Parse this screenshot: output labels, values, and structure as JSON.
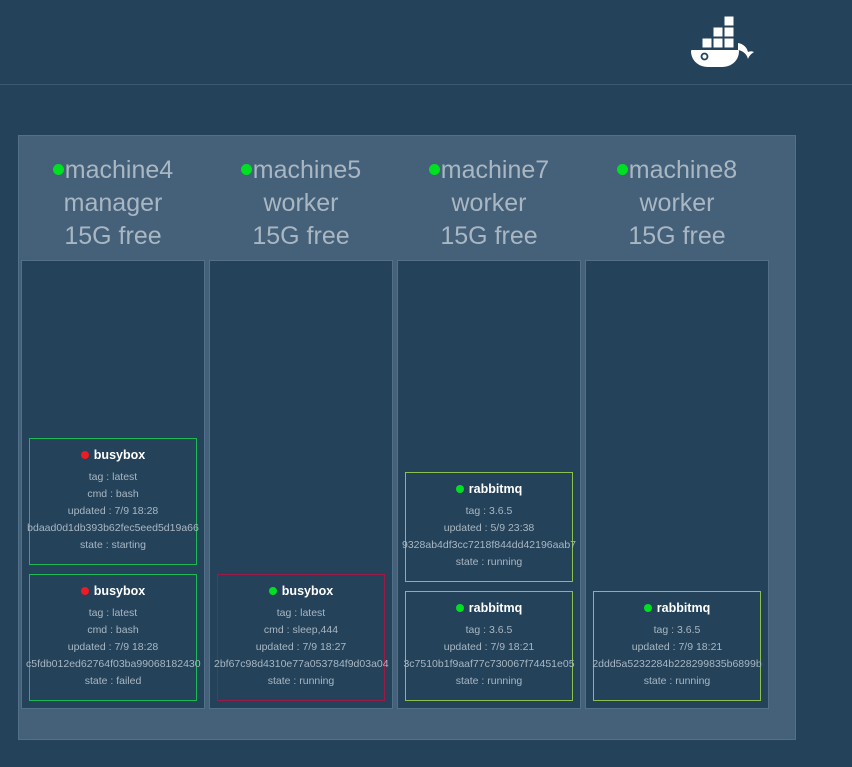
{
  "header": {
    "logo_icon": "docker-whale-logo"
  },
  "colors": {
    "page_background": "#24425a",
    "panel_background": "#456079",
    "node_background": "#24425a",
    "text": "#a9b7c2",
    "status_up": "#00e023",
    "status_down": "#ed1c24",
    "border_running": "#8cc152",
    "border_green": "#1db954",
    "border_crimson": "#9c1b46"
  },
  "nodes": [
    {
      "name": "machine4",
      "status_dot": "green",
      "role": "manager",
      "memory": "15G free",
      "tasks": [
        {
          "image": "busybox",
          "dot": "red",
          "border": "green",
          "lines": [
            "tag : latest",
            "cmd : bash",
            "updated : 7/9 18:28"
          ],
          "id": "bdaad0d1db393b62fec5eed5d19a66",
          "state": "state : starting"
        },
        {
          "image": "busybox",
          "dot": "red",
          "border": "green",
          "lines": [
            "tag : latest",
            "cmd : bash",
            "updated : 7/9 18:28"
          ],
          "id": "c5fdb012ed62764f03ba99068182430",
          "state": "state : failed"
        }
      ]
    },
    {
      "name": "machine5",
      "status_dot": "green",
      "role": "worker",
      "memory": "15G free",
      "tasks": [
        {
          "image": "busybox",
          "dot": "green",
          "border": "crimson",
          "lines": [
            "tag : latest",
            "cmd : sleep,444",
            "updated : 7/9 18:27"
          ],
          "id": "2bf67c98d4310e77a053784f9d03a04",
          "state": "state : running"
        }
      ]
    },
    {
      "name": "machine7",
      "status_dot": "green",
      "role": "worker",
      "memory": "15G free",
      "tasks": [
        {
          "image": "rabbitmq",
          "dot": "green",
          "border": "running",
          "lines": [
            "tag : 3.6.5",
            "updated : 5/9 23:38"
          ],
          "id": "9328ab4df3cc7218f844dd42196aab7",
          "state": "state : running"
        },
        {
          "image": "rabbitmq",
          "dot": "green",
          "border": "running",
          "lines": [
            "tag : 3.6.5",
            "updated : 7/9 18:21"
          ],
          "id": "3c7510b1f9aaf77c730067f74451e05",
          "state": "state : running"
        }
      ]
    },
    {
      "name": "machine8",
      "status_dot": "green",
      "role": "worker",
      "memory": "15G free",
      "tasks": [
        {
          "image": "rabbitmq",
          "dot": "green",
          "border": "running",
          "lines": [
            "tag : 3.6.5",
            "updated : 7/9 18:21"
          ],
          "id": "2ddd5a5232284b228299835b6899b",
          "state": "state : running"
        }
      ]
    }
  ]
}
